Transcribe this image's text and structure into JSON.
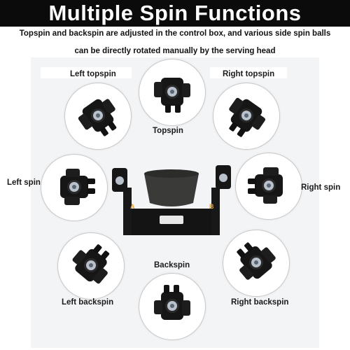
{
  "header": {
    "title": "Multiple Spin Functions",
    "subtitle_line1": "Topspin and backspin are adjusted in the control box, and various side spin balls",
    "subtitle_line2": "can be directly rotated manually by the serving head"
  },
  "spins": {
    "left_topspin": "Left topspin",
    "topspin": "Topspin",
    "right_topspin": "Right topspin",
    "left_spin": "Left spin",
    "right_spin": "Right spin",
    "backspin": "Backspin",
    "left_backspin": "Left backspin",
    "right_backspin": "Right backspin"
  },
  "machine": {
    "label_a": "A",
    "label_b": "B"
  },
  "colors": {
    "header_bg": "#0b0b0b",
    "head_body": "#161616",
    "head_eye": "#b9c2cc"
  }
}
